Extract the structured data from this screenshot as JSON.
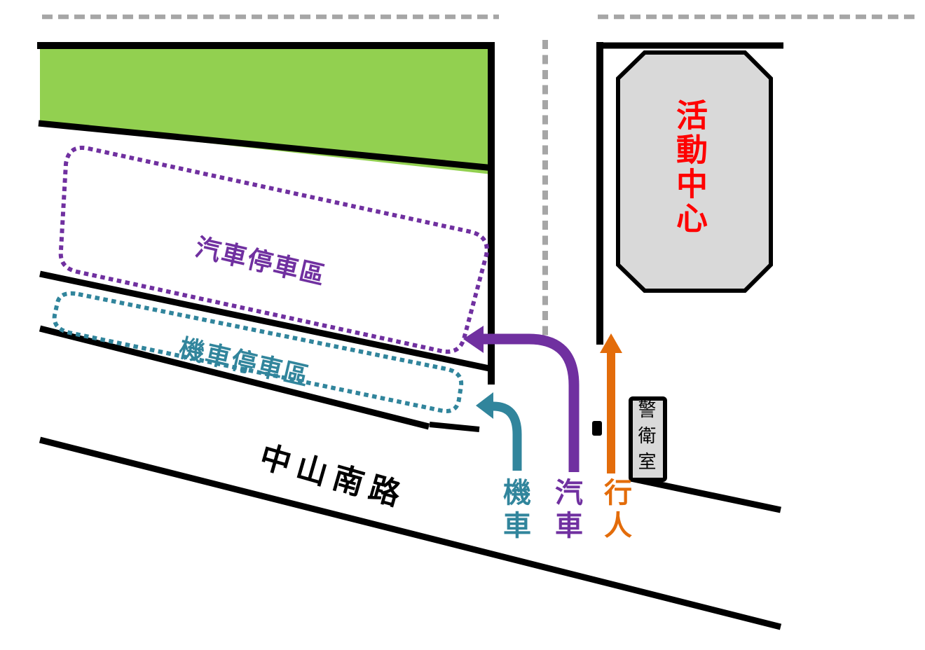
{
  "labels": {
    "car_parking": "汽車停車區",
    "moto_parking": "機車停車區",
    "road": "中山南路",
    "activity_center": "活動中心",
    "guard_room": "警衛室"
  },
  "legend": {
    "moto": "機車",
    "car": "汽車",
    "pedestrian": "行人"
  },
  "colors": {
    "car_route": "#7030a0",
    "moto_route": "#31859c",
    "pedestrian_route": "#e36c0a",
    "green_area": "#92d050",
    "building_fill": "#d9d9d9",
    "boundary_dashed": "#a6a6a6",
    "road_line": "#000000",
    "activity_center_text": "#ff0000"
  }
}
